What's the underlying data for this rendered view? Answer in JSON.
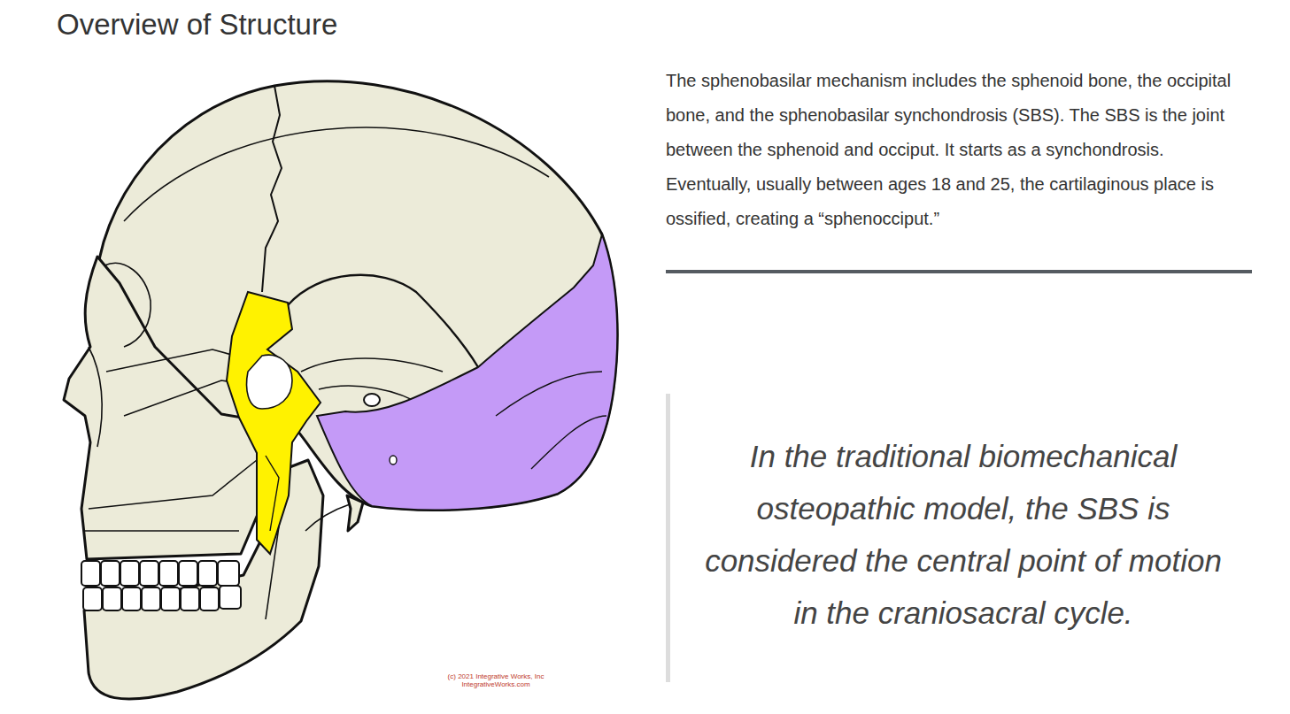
{
  "diagram": {
    "title": "Overview of Structure",
    "labels": [
      "The sphenobasilar mechanism includes the sphenoid bone, the occipital bone, and the sphenobasilar synchondrosis (SBS). The SBS is the joint between the sphenoid and occiput. It starts as a synchondrosis. Eventually, usually between ages 18 and 25, the cartilaginous place is ossified, creating a “sphenocciput.”",
      "In the traditional biomechanical osteopathic model, the SBS is considered the central point of motion in the craniosacral cycle.",
      "(c) 2021 Integrative Works, Inc",
      "IntegrativeWorks.com"
    ]
  }
}
